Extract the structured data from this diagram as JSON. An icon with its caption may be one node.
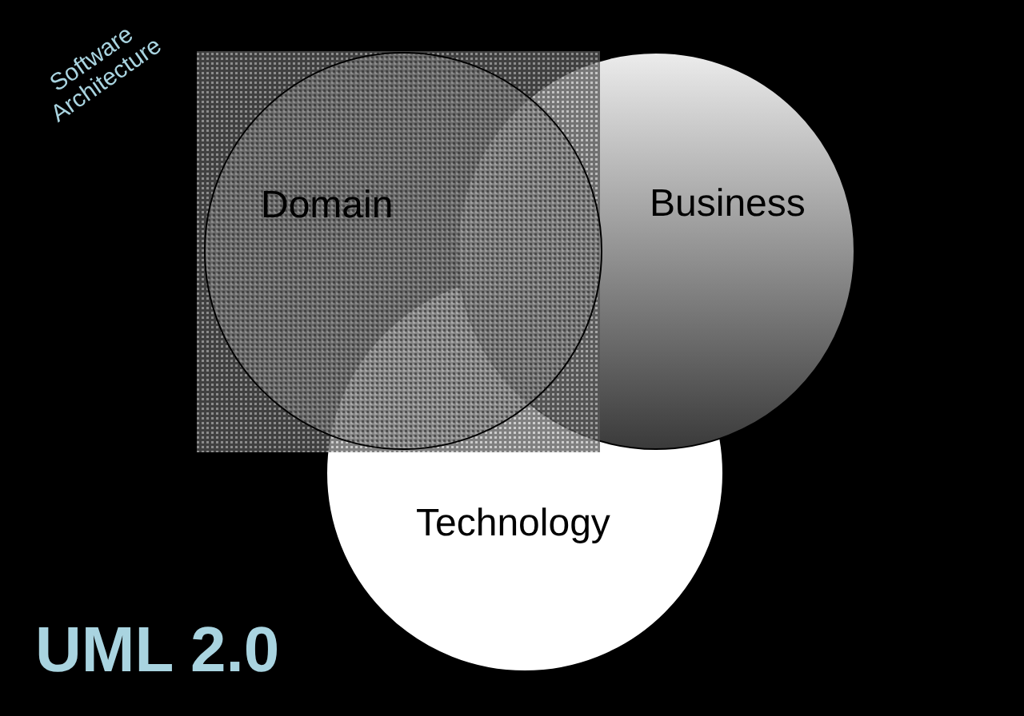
{
  "diagram": {
    "nodes": [
      {
        "text": [
          "Domain"
        ]
      },
      {
        "text": [
          "Business"
        ]
      },
      {
        "text": [
          "Technology"
        ]
      }
    ],
    "labels": [
      "Software Architecture",
      "UML 2.0"
    ]
  }
}
